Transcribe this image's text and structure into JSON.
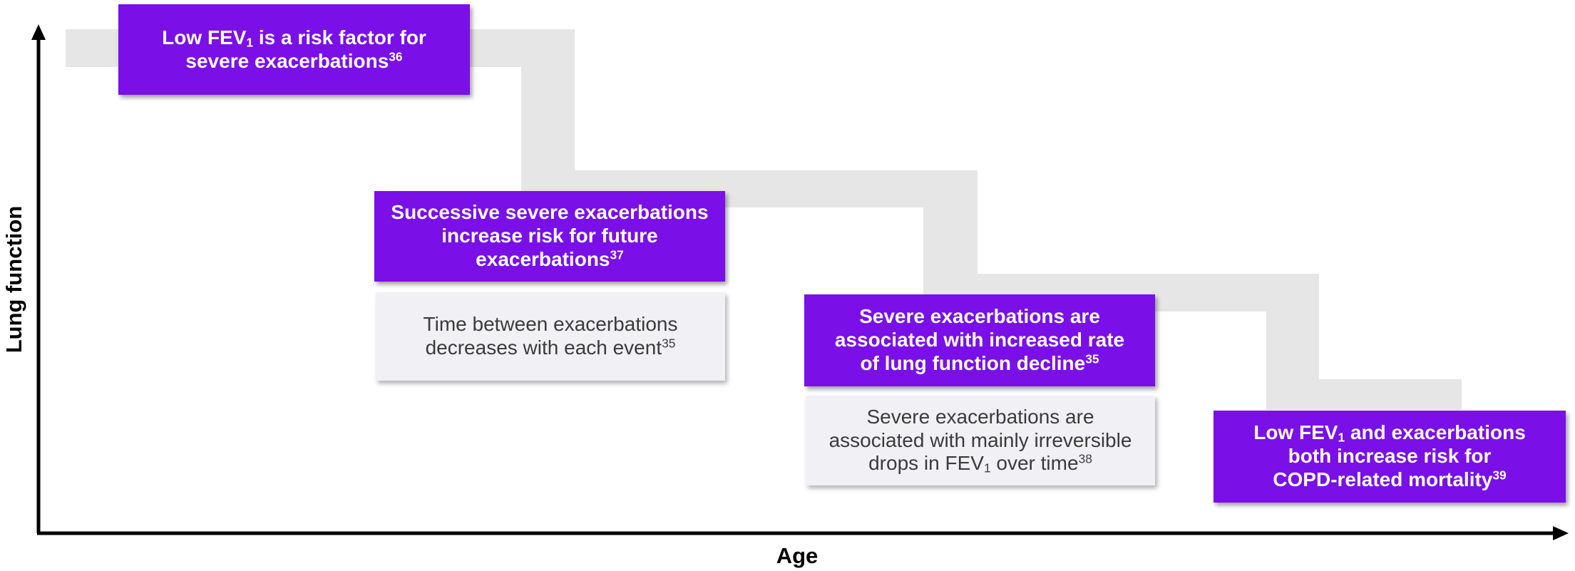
{
  "axes": {
    "y_label": "Lung function",
    "x_label": "Age"
  },
  "steps": [
    {
      "title": {
        "a": "Low FEV",
        "sub1": "1",
        "b": " is a risk factor for",
        "c": "severe exacerbations",
        "ref": "36"
      }
    },
    {
      "title": {
        "a": "Successive severe exacerbations",
        "b": "increase risk for future",
        "c": "exacerbations",
        "ref": "37"
      },
      "note": {
        "a": "Time between exacerbations",
        "b": "decreases with each event",
        "ref": "35"
      }
    },
    {
      "title": {
        "a": "Severe exacerbations are",
        "b": "associated with increased rate",
        "c": "of lung function decline",
        "ref": "35"
      },
      "note": {
        "a": "Severe exacerbations are",
        "b": "associated with mainly irreversible",
        "c": "drops in FEV",
        "sub1": "1",
        "d": " over time",
        "ref": "38"
      }
    },
    {
      "title": {
        "a": "Low FEV",
        "sub1": "1",
        "b": " and exacerbations",
        "c": "both increase risk for",
        "d": "COPD-related mortality",
        "ref": "39"
      }
    }
  ],
  "colors": {
    "purple": "#7a0fe8",
    "grey_box": "#f1f0f4",
    "staircase": "#e6e6e6",
    "axis": "#000000"
  }
}
